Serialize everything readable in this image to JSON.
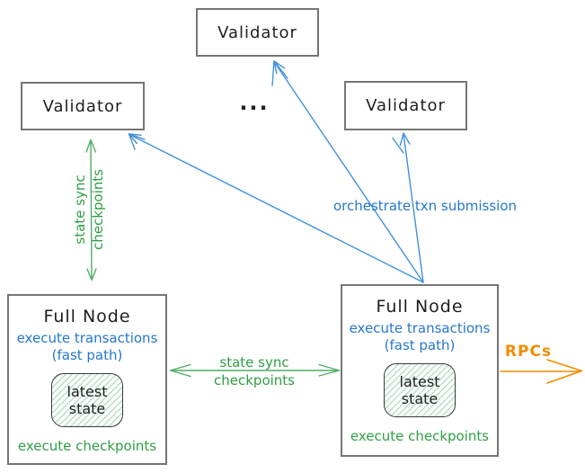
{
  "colors": {
    "ink": "#1e1e1e",
    "border_gray": "#757575",
    "blue": "#2577cd",
    "blue_line": "#4190dc",
    "green": "#2f9e44",
    "green_line": "#51ab67",
    "orange": "#f08c00"
  },
  "nodes": {
    "validator_top": {
      "label": "Validator"
    },
    "validator_left": {
      "label": "Validator"
    },
    "validator_right": {
      "label": "Validator"
    },
    "ellipsis": "...",
    "full_node_left": {
      "title": "Full Node",
      "blue_line1": "execute transactions",
      "blue_line2": "(fast path)",
      "state_line1": "latest",
      "state_line2": "state",
      "checkpoints_label": "execute checkpoints"
    },
    "full_node_right": {
      "title": "Full Node",
      "blue_line1": "execute transactions",
      "blue_line2": "(fast path)",
      "state_line1": "latest",
      "state_line2": "state",
      "checkpoints_label": "execute checkpoints"
    }
  },
  "edges": {
    "state_sync_vertical": {
      "label_line1": "state sync",
      "label_line2": "checkpoints"
    },
    "state_sync_horizontal": {
      "label_line1": "state sync",
      "label_line2": "checkpoints"
    },
    "orchestrate": {
      "label": "orchestrate txn submission"
    },
    "rpcs": {
      "label": "RPCs"
    }
  }
}
